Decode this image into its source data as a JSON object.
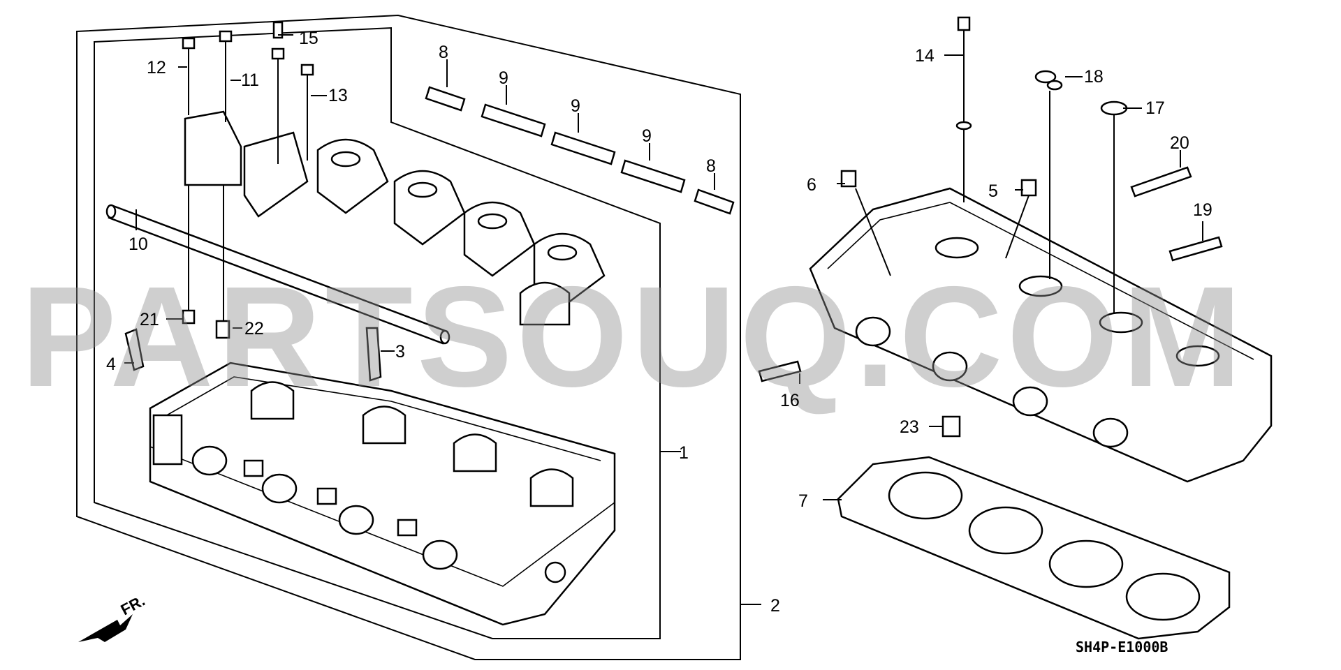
{
  "diagram": {
    "drawing_code": "SH4P-E1000B",
    "direction_label": "FR.",
    "watermark": "PARTSOUQ.COM",
    "callouts": [
      {
        "id": "c1",
        "num": "1"
      },
      {
        "id": "c2",
        "num": "2"
      },
      {
        "id": "c3",
        "num": "3"
      },
      {
        "id": "c4",
        "num": "4"
      },
      {
        "id": "c5",
        "num": "5"
      },
      {
        "id": "c6",
        "num": "6"
      },
      {
        "id": "c7",
        "num": "7"
      },
      {
        "id": "c8a",
        "num": "8"
      },
      {
        "id": "c8b",
        "num": "8"
      },
      {
        "id": "c9a",
        "num": "9"
      },
      {
        "id": "c9b",
        "num": "9"
      },
      {
        "id": "c9c",
        "num": "9"
      },
      {
        "id": "c10",
        "num": "10"
      },
      {
        "id": "c11",
        "num": "11"
      },
      {
        "id": "c12",
        "num": "12"
      },
      {
        "id": "c13",
        "num": "13"
      },
      {
        "id": "c14",
        "num": "14"
      },
      {
        "id": "c15",
        "num": "15"
      },
      {
        "id": "c16",
        "num": "16"
      },
      {
        "id": "c17",
        "num": "17"
      },
      {
        "id": "c18",
        "num": "18"
      },
      {
        "id": "c19",
        "num": "19"
      },
      {
        "id": "c20",
        "num": "20"
      },
      {
        "id": "c21",
        "num": "21"
      },
      {
        "id": "c22",
        "num": "22"
      },
      {
        "id": "c23",
        "num": "23"
      }
    ]
  }
}
